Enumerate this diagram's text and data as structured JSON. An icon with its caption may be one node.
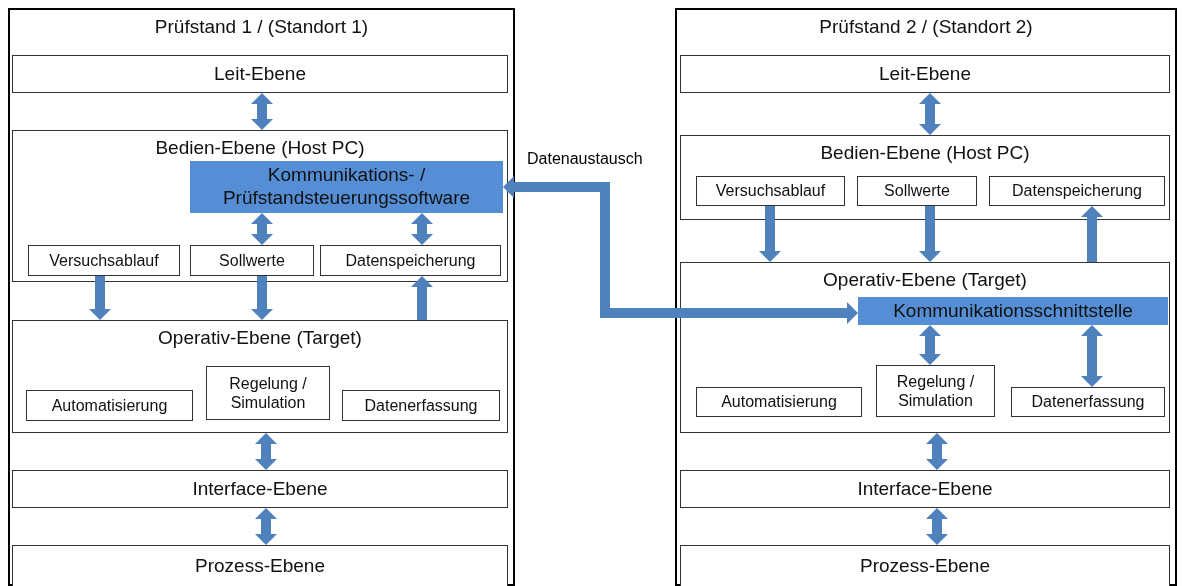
{
  "diagram": {
    "nodes": [
      {
        "text": [
          "Prüfstand 1 / (Standort 1)"
        ]
      },
      {
        "text": [
          "Leit-Ebene"
        ],
        "in": 0
      },
      {
        "text": [
          "Bedien-Ebene (Host PC)"
        ],
        "in": 0
      },
      {
        "text": [
          "Kommunikations- / Prüfstandsteuerungssoftware"
        ],
        "in": 2
      },
      {
        "text": [
          "Versuchsablauf"
        ],
        "in": 2
      },
      {
        "text": [
          "Sollwerte"
        ],
        "in": 2
      },
      {
        "text": [
          "Datenspeicherung"
        ],
        "in": 2
      },
      {
        "text": [
          "Operativ-Ebene (Target)"
        ],
        "in": 0
      },
      {
        "text": [
          "Automatisierung"
        ],
        "in": 7
      },
      {
        "text": [
          "Regelung / Simulation"
        ],
        "in": 7
      },
      {
        "text": [
          "Datenerfassung"
        ],
        "in": 7
      },
      {
        "text": [
          "Interface-Ebene"
        ],
        "in": 0
      },
      {
        "text": [
          "Prozess-Ebene"
        ],
        "in": 0
      },
      {
        "text": [
          "Prüfstand 2 / (Standort 2)"
        ]
      },
      {
        "text": [
          "Leit-Ebene"
        ],
        "in": 13
      },
      {
        "text": [
          "Bedien-Ebene (Host PC)"
        ],
        "in": 13
      },
      {
        "text": [
          "Versuchsablauf"
        ],
        "in": 15
      },
      {
        "text": [
          "Sollwerte"
        ],
        "in": 15
      },
      {
        "text": [
          "Datenspeicherung"
        ],
        "in": 15
      },
      {
        "text": [
          "Operativ-Ebene (Target)"
        ],
        "in": 13
      },
      {
        "text": [
          "Kommunikationsschnittstelle"
        ],
        "in": 19
      },
      {
        "text": [
          "Automatisierung"
        ],
        "in": 19
      },
      {
        "text": [
          "Regelung / Simulation"
        ],
        "in": 19
      },
      {
        "text": [
          "Datenerfassung"
        ],
        "in": 19
      },
      {
        "text": [
          "Interface-Ebene"
        ],
        "in": 13
      },
      {
        "text": [
          "Prozess-Ebene"
        ],
        "in": 13
      }
    ],
    "edges": [
      {
        "from": 1,
        "to": 2,
        "arrow": "both"
      },
      {
        "from": 3,
        "to": 5,
        "arrow": "both"
      },
      {
        "from": 3,
        "to": 6,
        "arrow": "both"
      },
      {
        "from": 4,
        "to": 7,
        "arrow": "to"
      },
      {
        "from": 5,
        "to": 7,
        "arrow": "to"
      },
      {
        "from": 7,
        "to": 6,
        "arrow": "to"
      },
      {
        "from": 7,
        "to": 11,
        "arrow": "both"
      },
      {
        "from": 11,
        "to": 12,
        "arrow": "both"
      },
      {
        "from": 14,
        "to": 15,
        "arrow": "both"
      },
      {
        "from": 16,
        "to": 19,
        "arrow": "to"
      },
      {
        "from": 17,
        "to": 19,
        "arrow": "to"
      },
      {
        "from": 19,
        "to": 18,
        "arrow": "to"
      },
      {
        "from": 20,
        "to": 22,
        "arrow": "both"
      },
      {
        "from": 20,
        "to": 23,
        "arrow": "both"
      },
      {
        "from": 19,
        "to": 24,
        "arrow": "both"
      },
      {
        "from": 24,
        "to": 25,
        "arrow": "both"
      },
      {
        "from": 3,
        "to": 20,
        "arrow": "both",
        "label": "Datenaustausch"
      }
    ]
  }
}
